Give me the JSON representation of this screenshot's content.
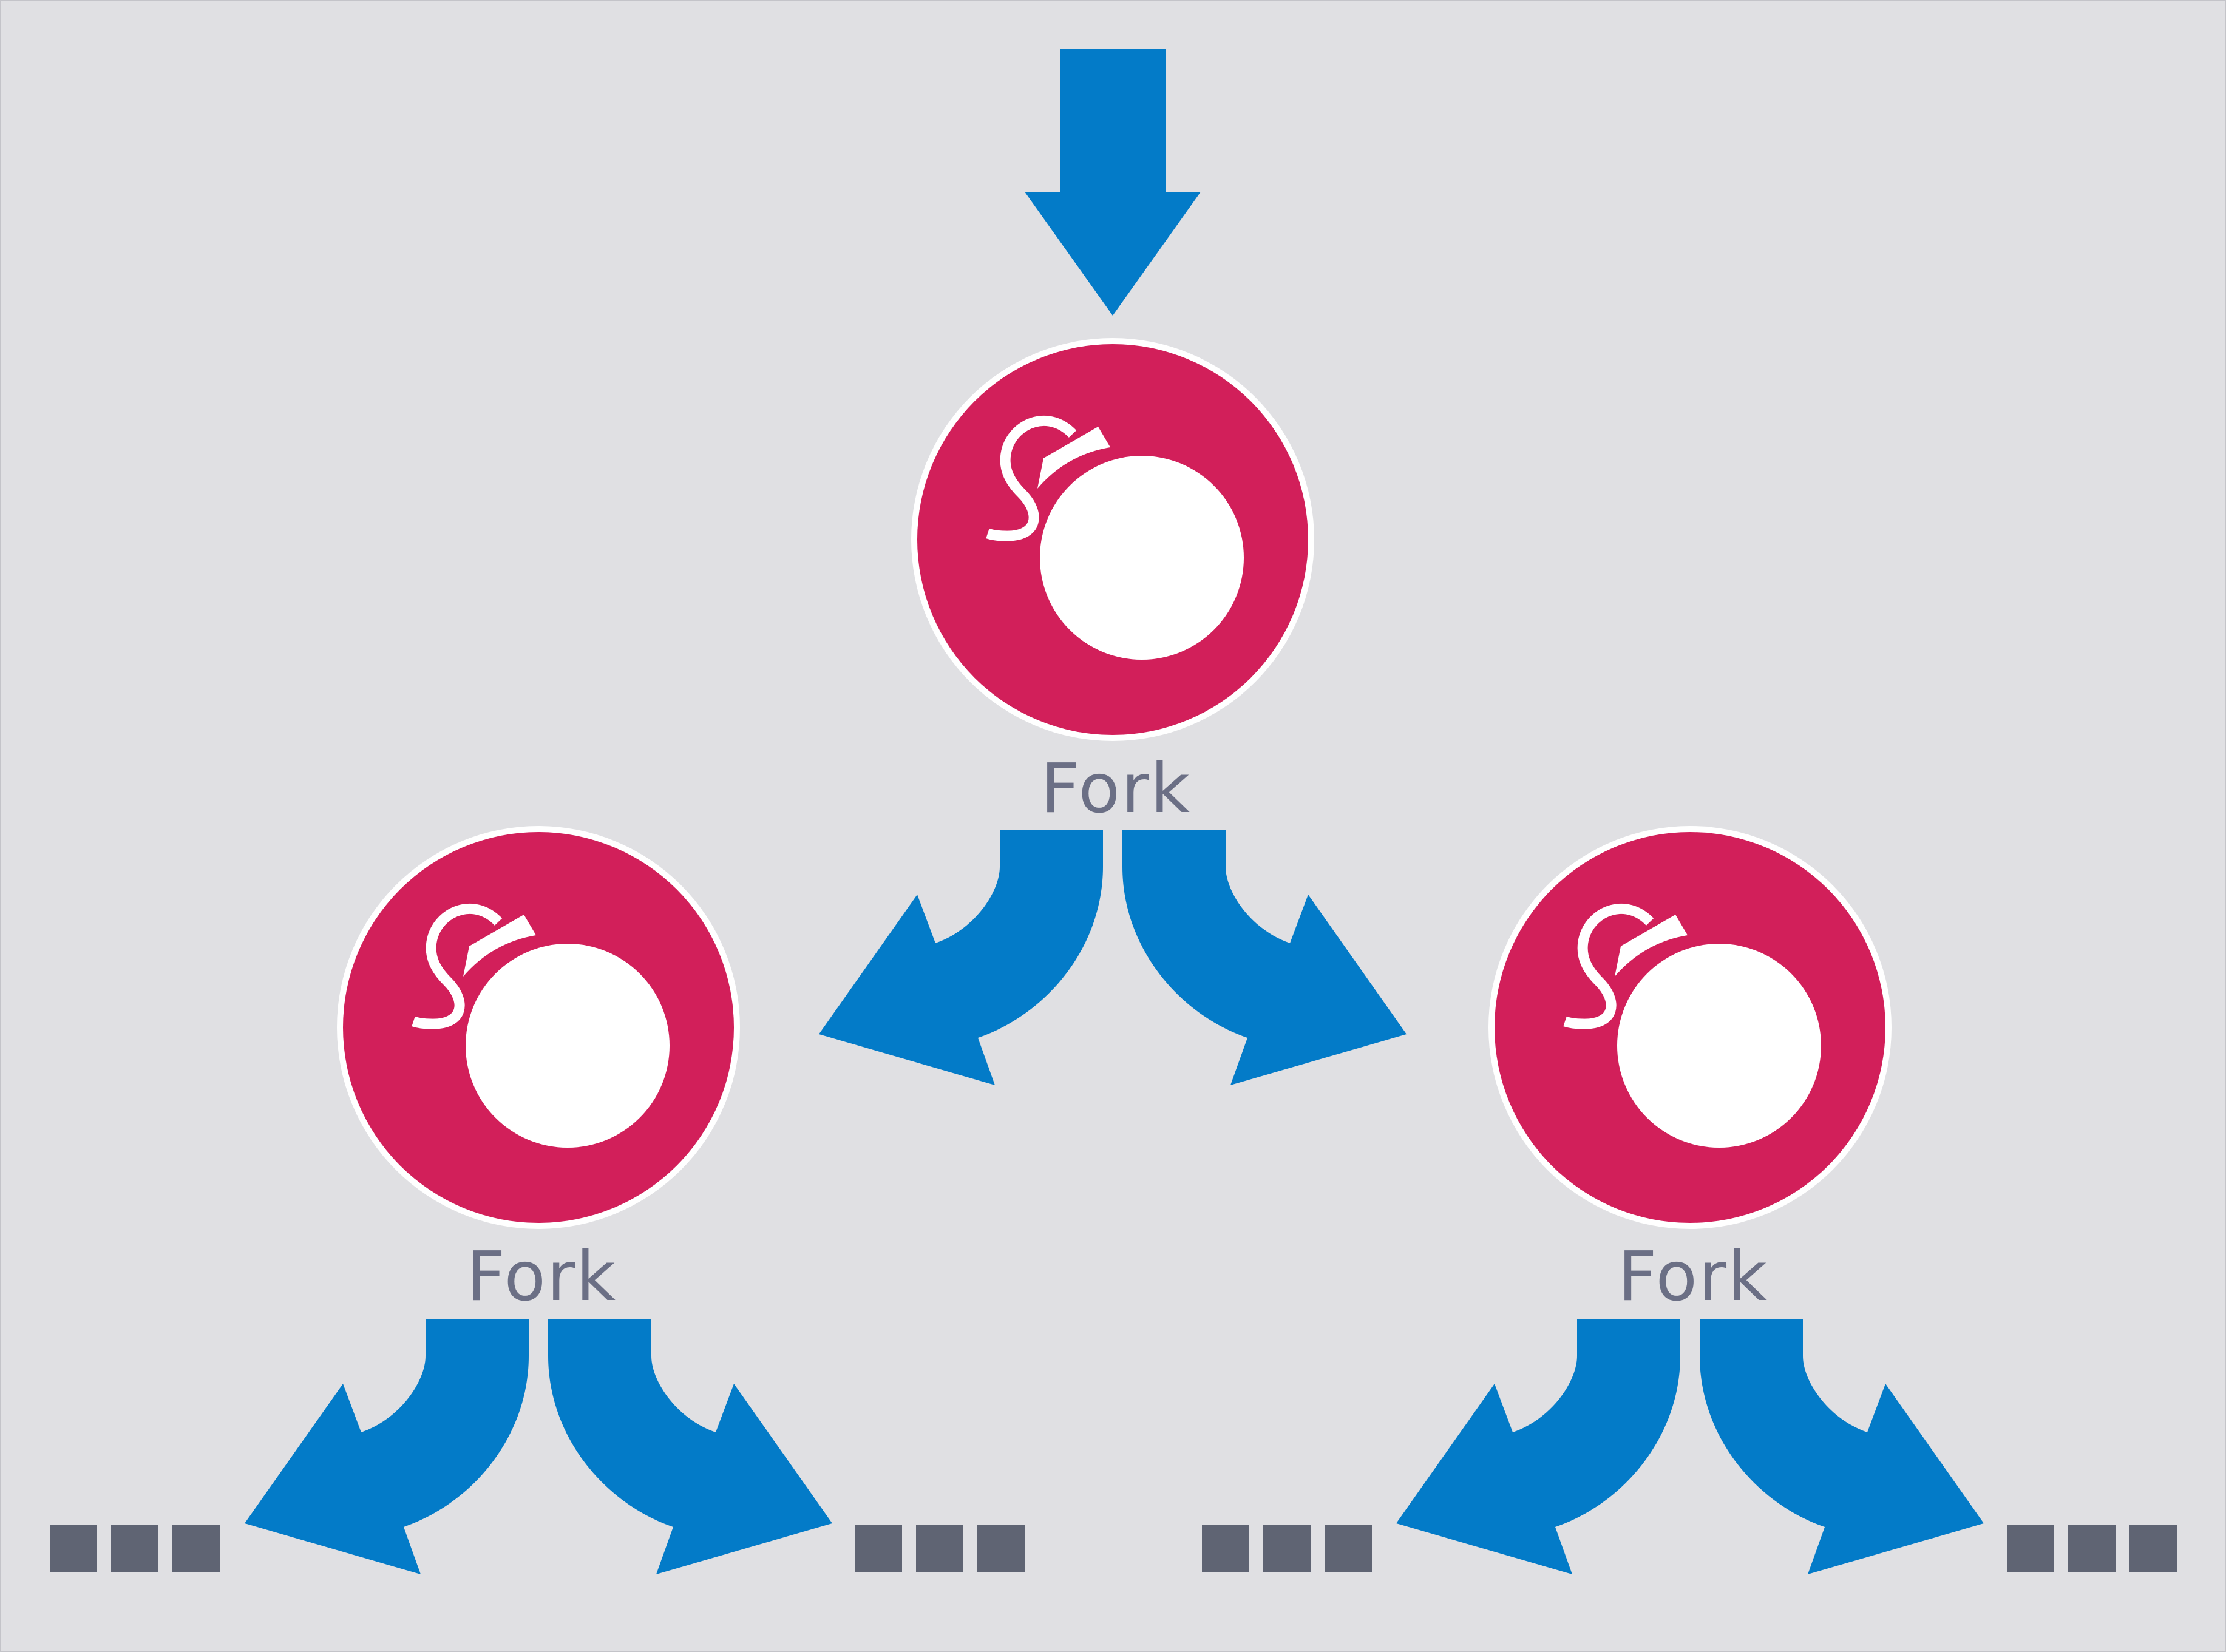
{
  "diagram": {
    "colors": {
      "background": "#e0e0e3",
      "arrow": "#037bc8",
      "bomb": "#d21f5a",
      "bomb_ring": "#ffffff",
      "label": "#6b6f85",
      "ellipsis": "#5f6473"
    },
    "nodes": [
      {
        "id": "top",
        "label": "Fork",
        "icon": "bomb-icon"
      },
      {
        "id": "left",
        "label": "Fork",
        "icon": "bomb-icon"
      },
      {
        "id": "right",
        "label": "Fork",
        "icon": "bomb-icon"
      }
    ],
    "continuations": [
      {
        "id": "far-left",
        "icon": "ellipsis-icon"
      },
      {
        "id": "center-left",
        "icon": "ellipsis-icon"
      },
      {
        "id": "center-right",
        "icon": "ellipsis-icon"
      },
      {
        "id": "far-right",
        "icon": "ellipsis-icon"
      }
    ]
  }
}
